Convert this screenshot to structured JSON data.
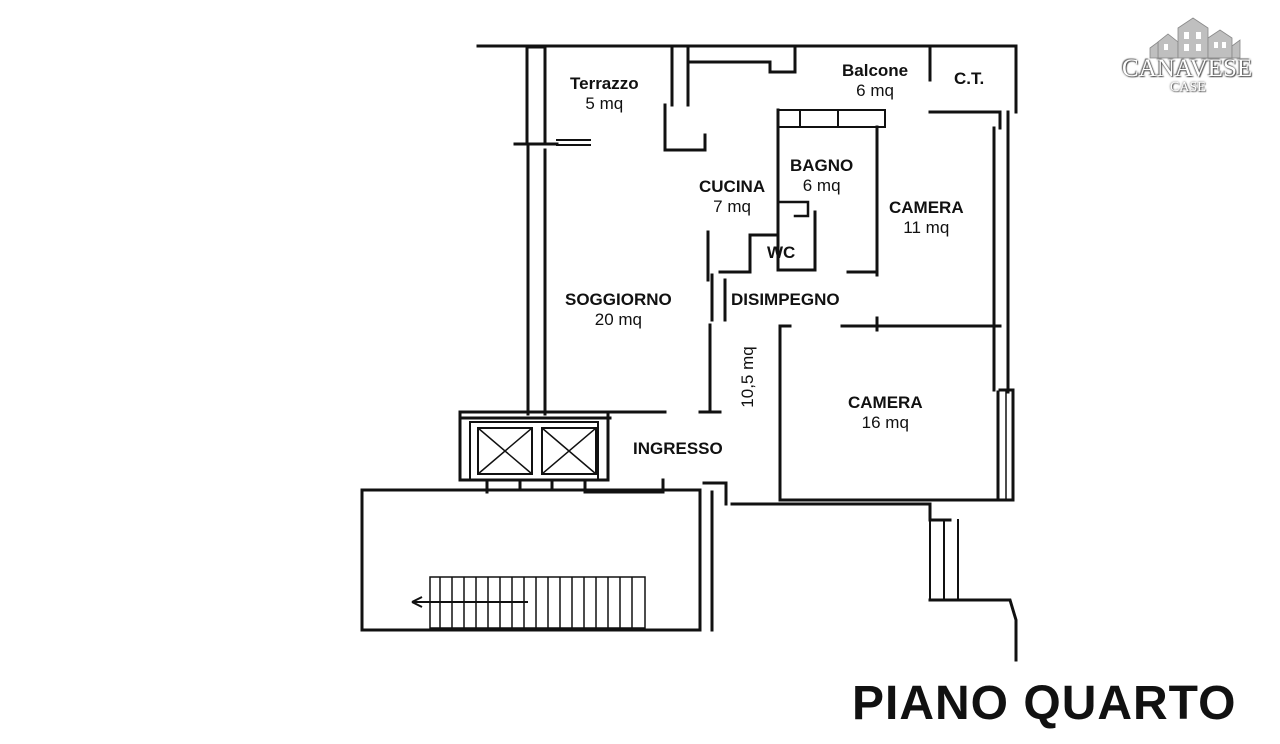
{
  "rooms": [
    {
      "id": "terrazzo",
      "name": "Terrazzo",
      "area": "5 mq"
    },
    {
      "id": "balcone",
      "name": "Balcone",
      "area": "6 mq"
    },
    {
      "id": "ct",
      "name": "C.T.",
      "area": ""
    },
    {
      "id": "bagno",
      "name": "BAGNO",
      "area": "6 mq"
    },
    {
      "id": "cucina",
      "name": "CUCINA",
      "area": "7 mq"
    },
    {
      "id": "camera1",
      "name": "CAMERA",
      "area": "11 mq"
    },
    {
      "id": "wc",
      "name": "WC",
      "area": ""
    },
    {
      "id": "soggiorno",
      "name": "SOGGIORNO",
      "area": "20 mq"
    },
    {
      "id": "disimpegno",
      "name": "DISIMPEGNO",
      "area": "10,5 mq"
    },
    {
      "id": "camera2",
      "name": "CAMERA",
      "area": "16 mq"
    },
    {
      "id": "ingresso",
      "name": "INGRESSO",
      "area": ""
    }
  ],
  "title": "PIANO QUARTO",
  "logo": {
    "line1": "CANAVESE",
    "line2": "CASE",
    "icon": "houses-logo-icon"
  },
  "colors": {
    "ink": "#111111",
    "background": "#ffffff",
    "logo_fill": "#bfbfbf"
  }
}
